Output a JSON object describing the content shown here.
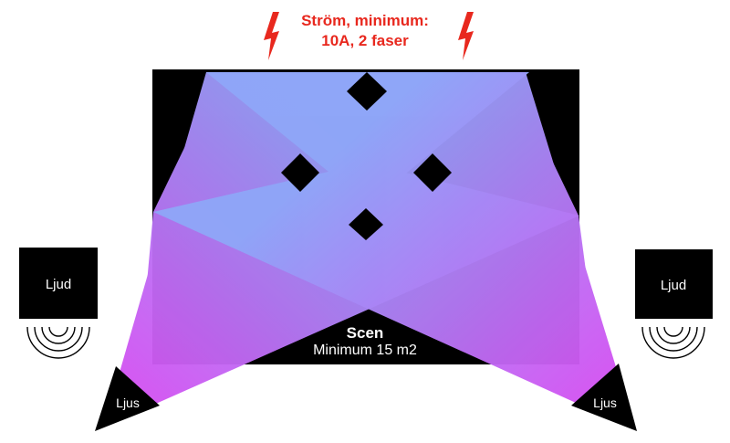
{
  "power": {
    "line1": "Ström, minimum:",
    "line2": "10A, 2 faser",
    "color": "#e8281e",
    "icon": "lightning-bolt-icon"
  },
  "stage": {
    "title": "Scen",
    "subtitle": "Minimum 15 m2",
    "color": "#000000"
  },
  "sound": {
    "left_label": "Ljud",
    "right_label": "Ljud",
    "icon": "speaker-waves-icon"
  },
  "lights": {
    "left_label": "Ljus",
    "right_label": "Ljus",
    "beam_start": "#8fa8f8",
    "beam_end": "#d15af0"
  }
}
